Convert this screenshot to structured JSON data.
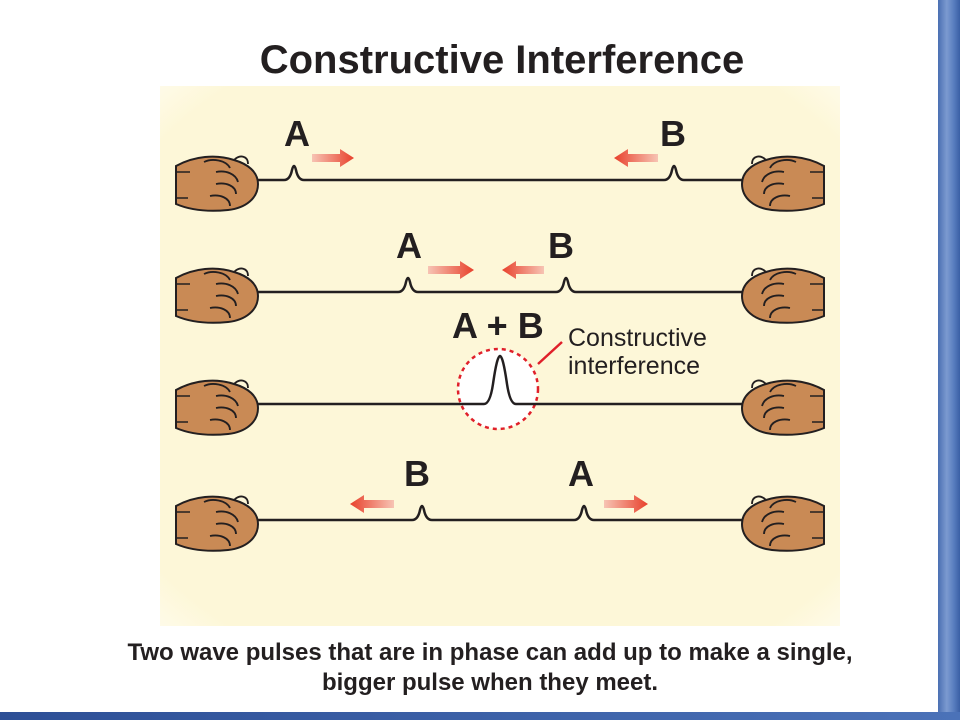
{
  "title": "Constructive Interference",
  "labels": {
    "a": "A",
    "b": "B",
    "sum": "A + B",
    "note_line1": "Constructive",
    "note_line2": "interference"
  },
  "caption": {
    "line1": "Two wave pulses that are in phase can add up to make a single,",
    "line2": "bigger pulse when they meet."
  },
  "colors": {
    "panel": "#fdf7d8",
    "rope": "#231f20",
    "arrow": "#e8412c",
    "hand": "#c98a55",
    "circle": "#e0202a"
  }
}
